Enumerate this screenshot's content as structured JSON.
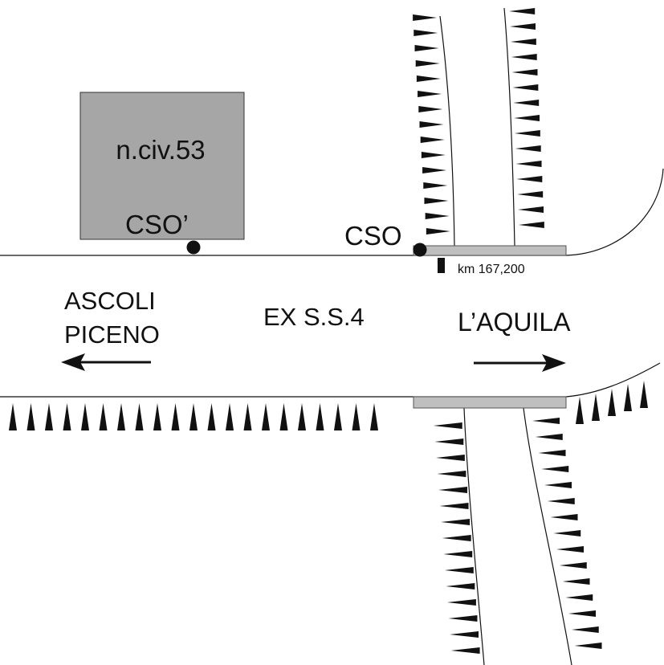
{
  "building": {
    "label": "n.civ.53",
    "fill": "#a6a6a6"
  },
  "points": {
    "cso_prime": "CSO’",
    "cso": "CSO"
  },
  "road": {
    "name": "EX S.S.4",
    "marker": "km 167,200"
  },
  "directions": {
    "west_line1": "ASCOLI",
    "west_line2": "PICENO",
    "east": "L’AQUILA"
  },
  "colors": {
    "line": "#111111",
    "bridge": "#bfbfbf",
    "embankment": "#111111"
  }
}
